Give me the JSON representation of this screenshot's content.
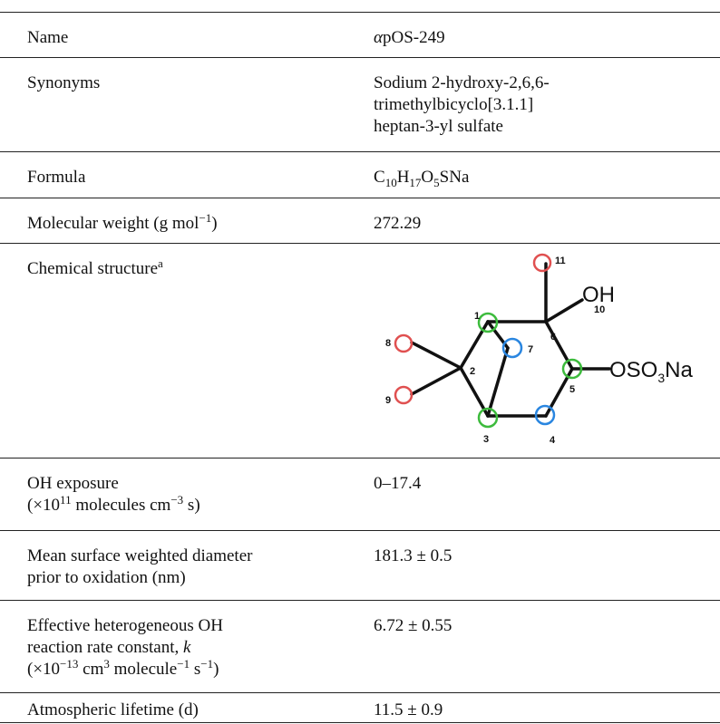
{
  "rows": {
    "name": {
      "label": "Name",
      "value_alpha": "α",
      "value_rest": "pOS-249"
    },
    "synonyms": {
      "label": "Synonyms",
      "line1": "Sodium 2-hydroxy-2,6,6-",
      "line2": "trimethylbicyclo[3.1.1]",
      "line3": "heptan-3-yl sulfate"
    },
    "formula": {
      "label": "Formula",
      "c": "C",
      "c_n": "10",
      "h": "H",
      "h_n": "17",
      "o": "O",
      "o_n": "5",
      "sna": "SNa"
    },
    "mw": {
      "label_pre": "Molecular weight (g mol",
      "label_exp": "−1",
      "label_post": ")",
      "value": "272.29"
    },
    "structure": {
      "label": "Chemical structure",
      "label_sup": "a"
    },
    "oh_exposure": {
      "line1": "OH exposure",
      "line2_pre": "(×10",
      "line2_exp": "11",
      "line2_mid": " molecules cm",
      "line2_exp2": "−3",
      "line2_post": " s)",
      "value": "0–17.4"
    },
    "diameter": {
      "line1": "Mean surface weighted diameter",
      "line2": "prior to oxidation (nm)",
      "value": "181.3 ± 0.5"
    },
    "rate": {
      "line1": "Effective heterogeneous OH",
      "line2_pre": "reaction rate constant, ",
      "line2_k": "k",
      "line3_pre": "(×10",
      "line3_exp": "−13",
      "line3_mid": " cm",
      "line3_exp2": "3",
      "line3_mid2": " molecule",
      "line3_exp3": "−1",
      "line3_mid3": " s",
      "line3_exp4": "−1",
      "line3_post": ")",
      "value": "6.72 ± 0.55"
    },
    "lifetime": {
      "label": "Atmospheric lifetime (d)",
      "value": "11.5 ± 0.9"
    }
  },
  "structure_labels": {
    "n1": "1",
    "n2": "2",
    "n3": "3",
    "n4": "4",
    "n5": "5",
    "n6": "6",
    "n7": "7",
    "n8": "8",
    "n9": "9",
    "n10": "10",
    "n11": "11",
    "oh": "OH",
    "oso3na_pre": "OSO",
    "oso3na_sub": "3",
    "oso3na_post": "Na"
  },
  "colors": {
    "red": "#e05050",
    "green": "#3dbb3d",
    "blue": "#2a86e0",
    "bond": "#111111"
  }
}
